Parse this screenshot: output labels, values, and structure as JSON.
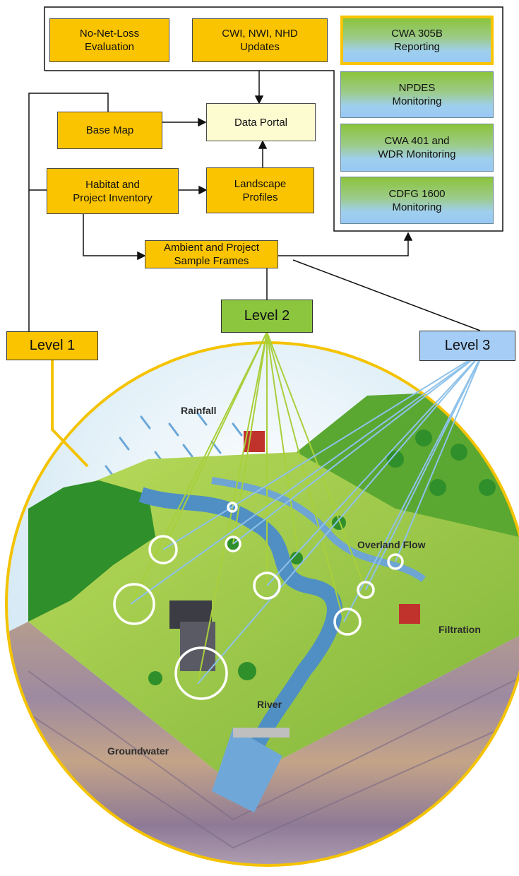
{
  "colors": {
    "orange": "#fbc400",
    "cream": "#fdfbd0",
    "level2_green": "#8cc63f",
    "level3_blue": "#a6cdf5",
    "circle_gold": "#f4c300",
    "green_links": "#a9cf3b",
    "blue_links": "#8ec2ea"
  },
  "top_boxes": {
    "no_net_loss": "No-Net-Loss\nEvaluation",
    "cwi_updates": "CWI, NWI, NHD\nUpdates",
    "cwa305b": "CWA 305B\nReporting"
  },
  "monitoring": {
    "npdes": "NPDES\nMonitoring",
    "cwa401": "CWA 401 and\nWDR Monitoring",
    "cdfg1600": "CDFG 1600\nMonitoring"
  },
  "flow": {
    "base_map": "Base Map",
    "data_portal": "Data Portal",
    "habitat": "Habitat and\nProject Inventory",
    "landscape": "Landscape\nProfiles",
    "sample_frames": "Ambient and Project\nSample Frames"
  },
  "levels": {
    "level1": "Level 1",
    "level2": "Level 2",
    "level3": "Level 3"
  },
  "landscape_labels": {
    "rainfall": "Rainfall",
    "overland_flow": "Overland Flow",
    "filtration": "Filtration",
    "river": "River",
    "groundwater": "Groundwater"
  }
}
